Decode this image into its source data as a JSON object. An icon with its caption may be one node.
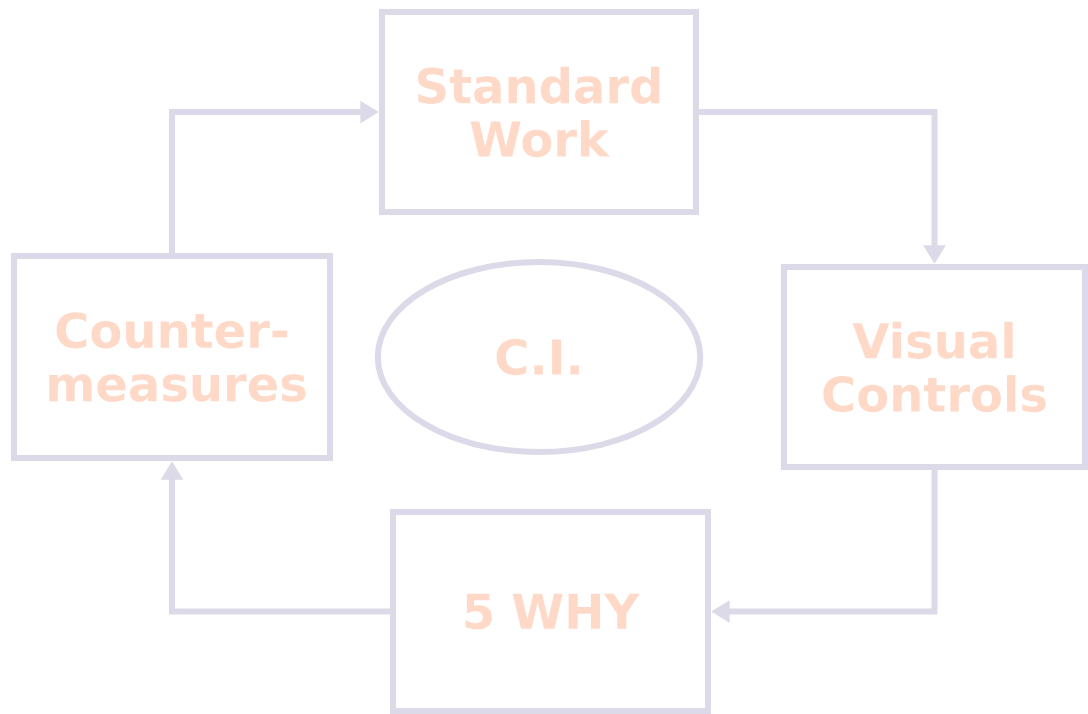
{
  "diagram": {
    "nodes": [
      {
        "text": [
          "Standard Work"
        ]
      },
      {
        "text": [
          "Visual Controls"
        ]
      },
      {
        "text": [
          "5  WHY"
        ]
      },
      {
        "text": [
          "Counter-measures"
        ]
      },
      {
        "text": [
          "C.I."
        ]
      }
    ],
    "edges": [
      {
        "from": 0,
        "to": 1,
        "arrow": "to"
      },
      {
        "from": 1,
        "to": 2,
        "arrow": "to"
      },
      {
        "from": 2,
        "to": 3,
        "arrow": "to"
      },
      {
        "from": 3,
        "to": 0,
        "arrow": "to"
      }
    ]
  }
}
